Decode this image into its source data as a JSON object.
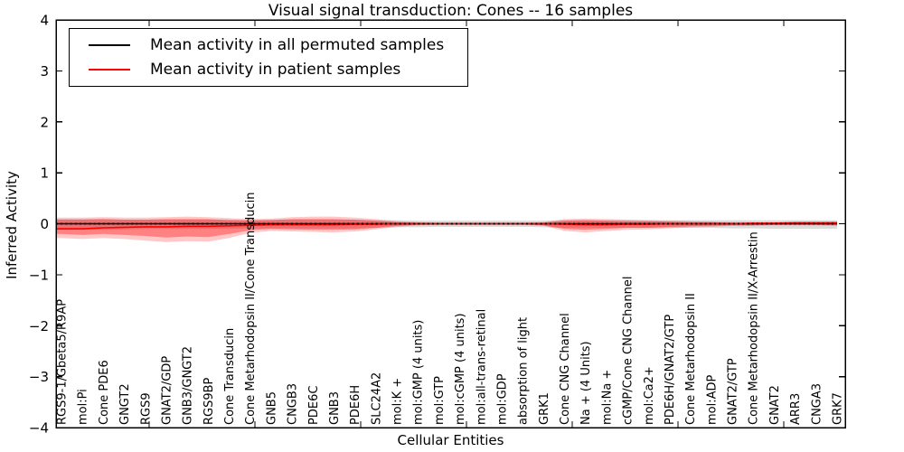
{
  "title": "Visual signal transduction: Cones -- 16 samples",
  "axes": {
    "x_label": "Cellular Entities",
    "y_label": "Inferred Activity",
    "y_tick_labels": [
      "4",
      "3",
      "2",
      "1",
      "0",
      "−1",
      "−2",
      "−3",
      "−4"
    ]
  },
  "legend": {
    "items": [
      {
        "label": "Mean activity in all permuted samples",
        "color": "#000000"
      },
      {
        "label": "Mean activity in patient samples",
        "color": "#ff0000"
      }
    ]
  },
  "chart_data": {
    "type": "line",
    "title": "Visual signal transduction: Cones -- 16 samples",
    "xlabel": "Cellular Entities",
    "ylabel": "Inferred Activity",
    "ylim": [
      -4,
      4
    ],
    "yticks": [
      4,
      3,
      2,
      1,
      0,
      -1,
      -2,
      -3,
      -4
    ],
    "grid": false,
    "legend_position": "upper left",
    "categories": [
      "RGS9-1/Gbeta5/R9AP",
      "mol:Pi",
      "Cone PDE6",
      "GNGT2",
      "RGS9",
      "GNAT2/GDP",
      "GNB3/GNGT2",
      "RGS9BP",
      "Cone Transducin",
      "Cone Metarhodopsin II/Cone Transducin",
      "GNB5",
      "CNGB3",
      "PDE6C",
      "GNB3",
      "PDE6H",
      "SLC24A2",
      "mol:K +",
      "mol:GMP (4 units)",
      "mol:GTP",
      "mol:cGMP (4 units)",
      "mol:all-trans-retinal",
      "mol:GDP",
      "absorption of light",
      "GRK1",
      "Cone CNG Channel",
      "Na + (4 Units)",
      "mol:Na +",
      "cGMP/Cone CNG Channel",
      "mol:Ca2+",
      "PDE6H/GNAT2/GTP",
      "Cone Metarhodopsin II",
      "mol:ADP",
      "GNAT2/GTP",
      "Cone Metarhodopsin II/X-Arrestin",
      "GNAT2",
      "ARR3",
      "CNGA3",
      "GRK7"
    ],
    "series": [
      {
        "name": "Mean activity in all permuted samples",
        "color": "#000000",
        "style": "solid",
        "values": [
          0,
          0,
          0,
          0,
          0,
          0,
          0,
          0,
          0,
          0,
          0,
          0,
          0,
          0,
          0,
          0,
          0,
          0,
          0,
          0,
          0,
          0,
          0,
          0,
          0,
          0,
          0,
          0,
          0,
          0,
          0,
          0,
          0,
          0,
          0,
          0,
          0,
          0
        ]
      },
      {
        "name": "Mean activity in patient samples",
        "color": "#ff0000",
        "style": "solid",
        "values": [
          -0.1,
          -0.1,
          -0.08,
          -0.07,
          -0.06,
          -0.06,
          -0.05,
          -0.05,
          -0.04,
          -0.03,
          -0.02,
          -0.02,
          -0.02,
          -0.02,
          -0.01,
          -0.01,
          0,
          0,
          0,
          0,
          0,
          0,
          0,
          0,
          -0.01,
          -0.02,
          -0.02,
          -0.01,
          -0.01,
          0,
          0,
          0,
          0,
          0.01,
          0.01,
          0.02,
          0.02,
          0.02
        ]
      },
      {
        "name": "zero reference (dotted)",
        "color": "#000000",
        "style": "dotted",
        "values": [
          0,
          0,
          0,
          0,
          0,
          0,
          0,
          0,
          0,
          0,
          0,
          0,
          0,
          0,
          0,
          0,
          0,
          0,
          0,
          0,
          0,
          0,
          0,
          0,
          0,
          0,
          0,
          0,
          0,
          0,
          0,
          0,
          0,
          0,
          0,
          0,
          0,
          0
        ]
      }
    ],
    "bands": [
      {
        "name": "permuted-samples-range",
        "color": "#999999",
        "opacity": 0.35,
        "upper": [
          0.09,
          0.09,
          0.09,
          0.08,
          0.08,
          0.08,
          0.08,
          0.08,
          0.08,
          0.08,
          0.08,
          0.08,
          0.08,
          0.08,
          0.08,
          0.07,
          0.07,
          0.06,
          0.06,
          0.06,
          0.06,
          0.06,
          0.06,
          0.06,
          0.07,
          0.07,
          0.07,
          0.07,
          0.07,
          0.07,
          0.07,
          0.07,
          0.07,
          0.07,
          0.07,
          0.07,
          0.07,
          0.07
        ],
        "lower": [
          -0.12,
          -0.12,
          -0.11,
          -0.11,
          -0.1,
          -0.1,
          -0.1,
          -0.1,
          -0.1,
          -0.09,
          -0.09,
          -0.09,
          -0.09,
          -0.09,
          -0.09,
          -0.08,
          -0.07,
          -0.07,
          -0.06,
          -0.06,
          -0.06,
          -0.06,
          -0.06,
          -0.07,
          -0.08,
          -0.08,
          -0.08,
          -0.08,
          -0.08,
          -0.08,
          -0.08,
          -0.08,
          -0.09,
          -0.09,
          -0.1,
          -0.1,
          -0.1,
          -0.1
        ]
      },
      {
        "name": "patient-samples-range-outer",
        "color": "#ff0000",
        "opacity": 0.22,
        "upper": [
          0.12,
          0.12,
          0.13,
          0.12,
          0.12,
          0.13,
          0.14,
          0.13,
          0.11,
          0.09,
          0.1,
          0.13,
          0.14,
          0.14,
          0.12,
          0.09,
          0.05,
          0.03,
          0.02,
          0.02,
          0.02,
          0.02,
          0.02,
          0.03,
          0.09,
          0.1,
          0.09,
          0.08,
          0.07,
          0.06,
          0.05,
          0.04,
          0.03,
          0.03,
          0.03,
          0.03,
          0.03,
          0.04
        ],
        "lower": [
          -0.28,
          -0.3,
          -0.28,
          -0.3,
          -0.33,
          -0.36,
          -0.34,
          -0.35,
          -0.28,
          -0.18,
          -0.14,
          -0.15,
          -0.16,
          -0.17,
          -0.15,
          -0.11,
          -0.06,
          -0.03,
          -0.02,
          -0.02,
          -0.02,
          -0.02,
          -0.02,
          -0.04,
          -0.14,
          -0.17,
          -0.14,
          -0.12,
          -0.11,
          -0.09,
          -0.07,
          -0.06,
          -0.04,
          -0.04,
          -0.03,
          -0.03,
          -0.03,
          -0.04
        ]
      },
      {
        "name": "patient-samples-range-inner",
        "color": "#ff0000",
        "opacity": 0.35,
        "upper": [
          0.08,
          0.08,
          0.09,
          0.08,
          0.08,
          0.09,
          0.09,
          0.09,
          0.07,
          0.06,
          0.07,
          0.09,
          0.09,
          0.09,
          0.08,
          0.06,
          0.03,
          0.02,
          0.01,
          0.01,
          0.01,
          0.01,
          0.01,
          0.02,
          0.06,
          0.07,
          0.06,
          0.05,
          0.05,
          0.04,
          0.03,
          0.03,
          0.02,
          0.02,
          0.02,
          0.02,
          0.02,
          0.03
        ],
        "lower": [
          -0.2,
          -0.22,
          -0.2,
          -0.22,
          -0.24,
          -0.27,
          -0.25,
          -0.26,
          -0.2,
          -0.13,
          -0.1,
          -0.11,
          -0.12,
          -0.12,
          -0.11,
          -0.08,
          -0.04,
          -0.02,
          -0.01,
          -0.01,
          -0.01,
          -0.01,
          -0.01,
          -0.03,
          -0.1,
          -0.12,
          -0.1,
          -0.08,
          -0.08,
          -0.06,
          -0.05,
          -0.04,
          -0.03,
          -0.03,
          -0.02,
          -0.02,
          -0.02,
          -0.03
        ]
      }
    ]
  }
}
